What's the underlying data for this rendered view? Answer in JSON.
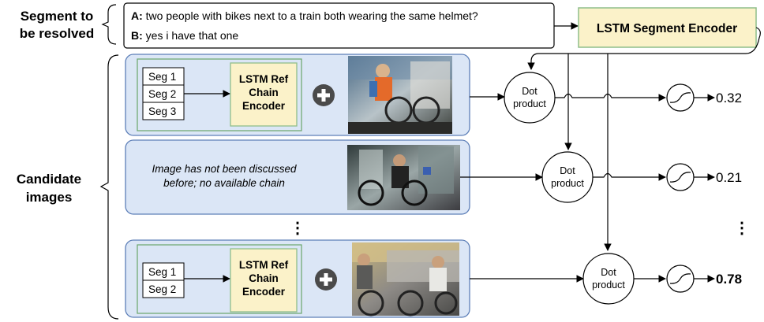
{
  "labels": {
    "segment_line1": "Segment to",
    "segment_line2": "be resolved",
    "candidate_line1": "Candidate",
    "candidate_line2": "images"
  },
  "dialogue": {
    "a_speaker": "A:",
    "a_text": " two people with bikes next to a train both wearing the same helmet?",
    "b_speaker": "B:",
    "b_text": " yes i have that one"
  },
  "segment_encoder": "LSTM Segment Encoder",
  "row1": {
    "segs": [
      "Seg 1",
      "Seg 2",
      "Seg 3"
    ],
    "encoder_lines": [
      "LSTM Ref",
      "Chain",
      "Encoder"
    ],
    "dot_lines": [
      "Dot",
      "product"
    ],
    "score": "0.32"
  },
  "row2": {
    "note_line1": "Image has not been discussed",
    "note_line2": "before; no available chain",
    "dot_lines": [
      "Dot",
      "product"
    ],
    "score": "0.21"
  },
  "ellipsis": "⋮",
  "row3": {
    "segs": [
      "Seg 1",
      "Seg 2"
    ],
    "encoder_lines": [
      "LSTM Ref",
      "Chain",
      "Encoder"
    ],
    "dot_lines": [
      "Dot",
      "product"
    ],
    "score": "0.78"
  },
  "icons": {
    "plus": "plus-icon",
    "sigmoid": "sigmoid-icon"
  },
  "colors": {
    "panel_fill": "#dbe6f6",
    "panel_stroke": "#5d7fb8",
    "encoder_fill": "#fbf2c9",
    "encoder_stroke": "#8fbe8a",
    "chain_stroke": "#6aa56a",
    "dialogue_stroke": "#000000"
  }
}
